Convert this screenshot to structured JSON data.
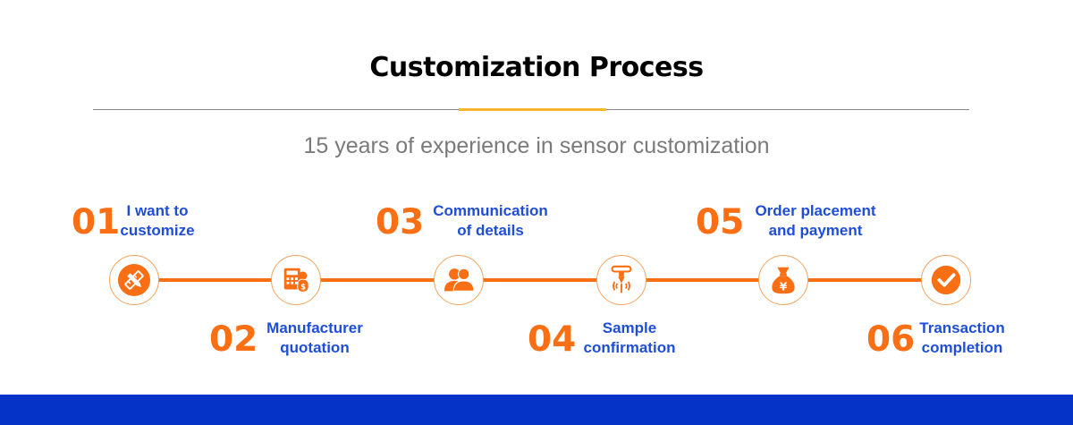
{
  "header": {
    "title": "Customization Process",
    "subtitle": "15 years of experience in sensor customization"
  },
  "colors": {
    "accent_orange": "#fa6e14",
    "label_blue": "#1e4ed8",
    "rule_gold": "#f7b52c",
    "footer_blue": "#0533c8"
  },
  "steps": [
    {
      "number": "01",
      "label_line1": "I want to",
      "label_line2": "customize",
      "icon": "pencil-ruler-icon"
    },
    {
      "number": "02",
      "label_line1": "Manufacturer",
      "label_line2": "quotation",
      "icon": "calculator-money-icon"
    },
    {
      "number": "03",
      "label_line1": "Communication",
      "label_line2": "of details",
      "icon": "people-icon"
    },
    {
      "number": "04",
      "label_line1": "Sample",
      "label_line2": "confirmation",
      "icon": "sensor-probe-icon"
    },
    {
      "number": "05",
      "label_line1": "Order placement",
      "label_line2": "and payment",
      "icon": "money-bag-icon"
    },
    {
      "number": "06",
      "label_line1": "Transaction",
      "label_line2": "completion",
      "icon": "checkmark-icon"
    }
  ]
}
